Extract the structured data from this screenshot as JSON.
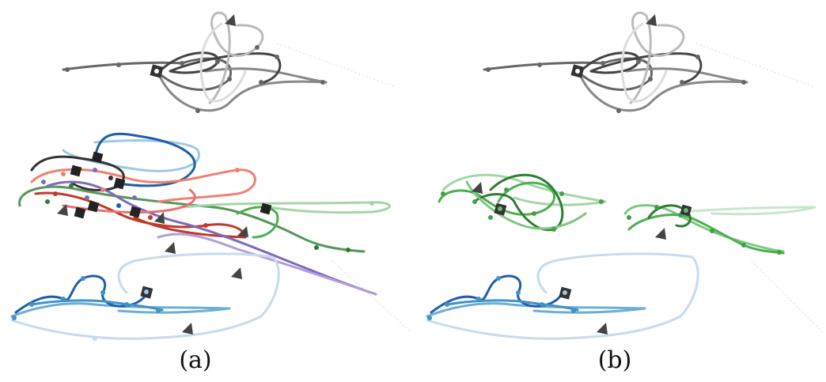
{
  "panels": [
    {
      "id": "a",
      "caption": "(a)",
      "trajectory_groups": [
        "gray",
        "mixed",
        "blue"
      ],
      "colors": {
        "gray": "#555555",
        "dark_green": "#2e7d32",
        "light_green": "#81c784",
        "blue": "#1f5fa8",
        "light_blue": "#9ecae1",
        "red": "#c0392b",
        "salmon": "#f08070",
        "purple": "#7e6bb8",
        "black": "#333333"
      }
    },
    {
      "id": "b",
      "caption": "(b)",
      "trajectory_groups": [
        "gray",
        "green",
        "blue"
      ],
      "colors": {
        "gray": "#555555",
        "dark_green": "#2e7d32",
        "light_green": "#a5d6a7",
        "blue": "#1f5fa8",
        "light_blue": "#c6dbef"
      }
    }
  ],
  "markers": {
    "start": "square-marker",
    "end": "triangle-marker"
  }
}
